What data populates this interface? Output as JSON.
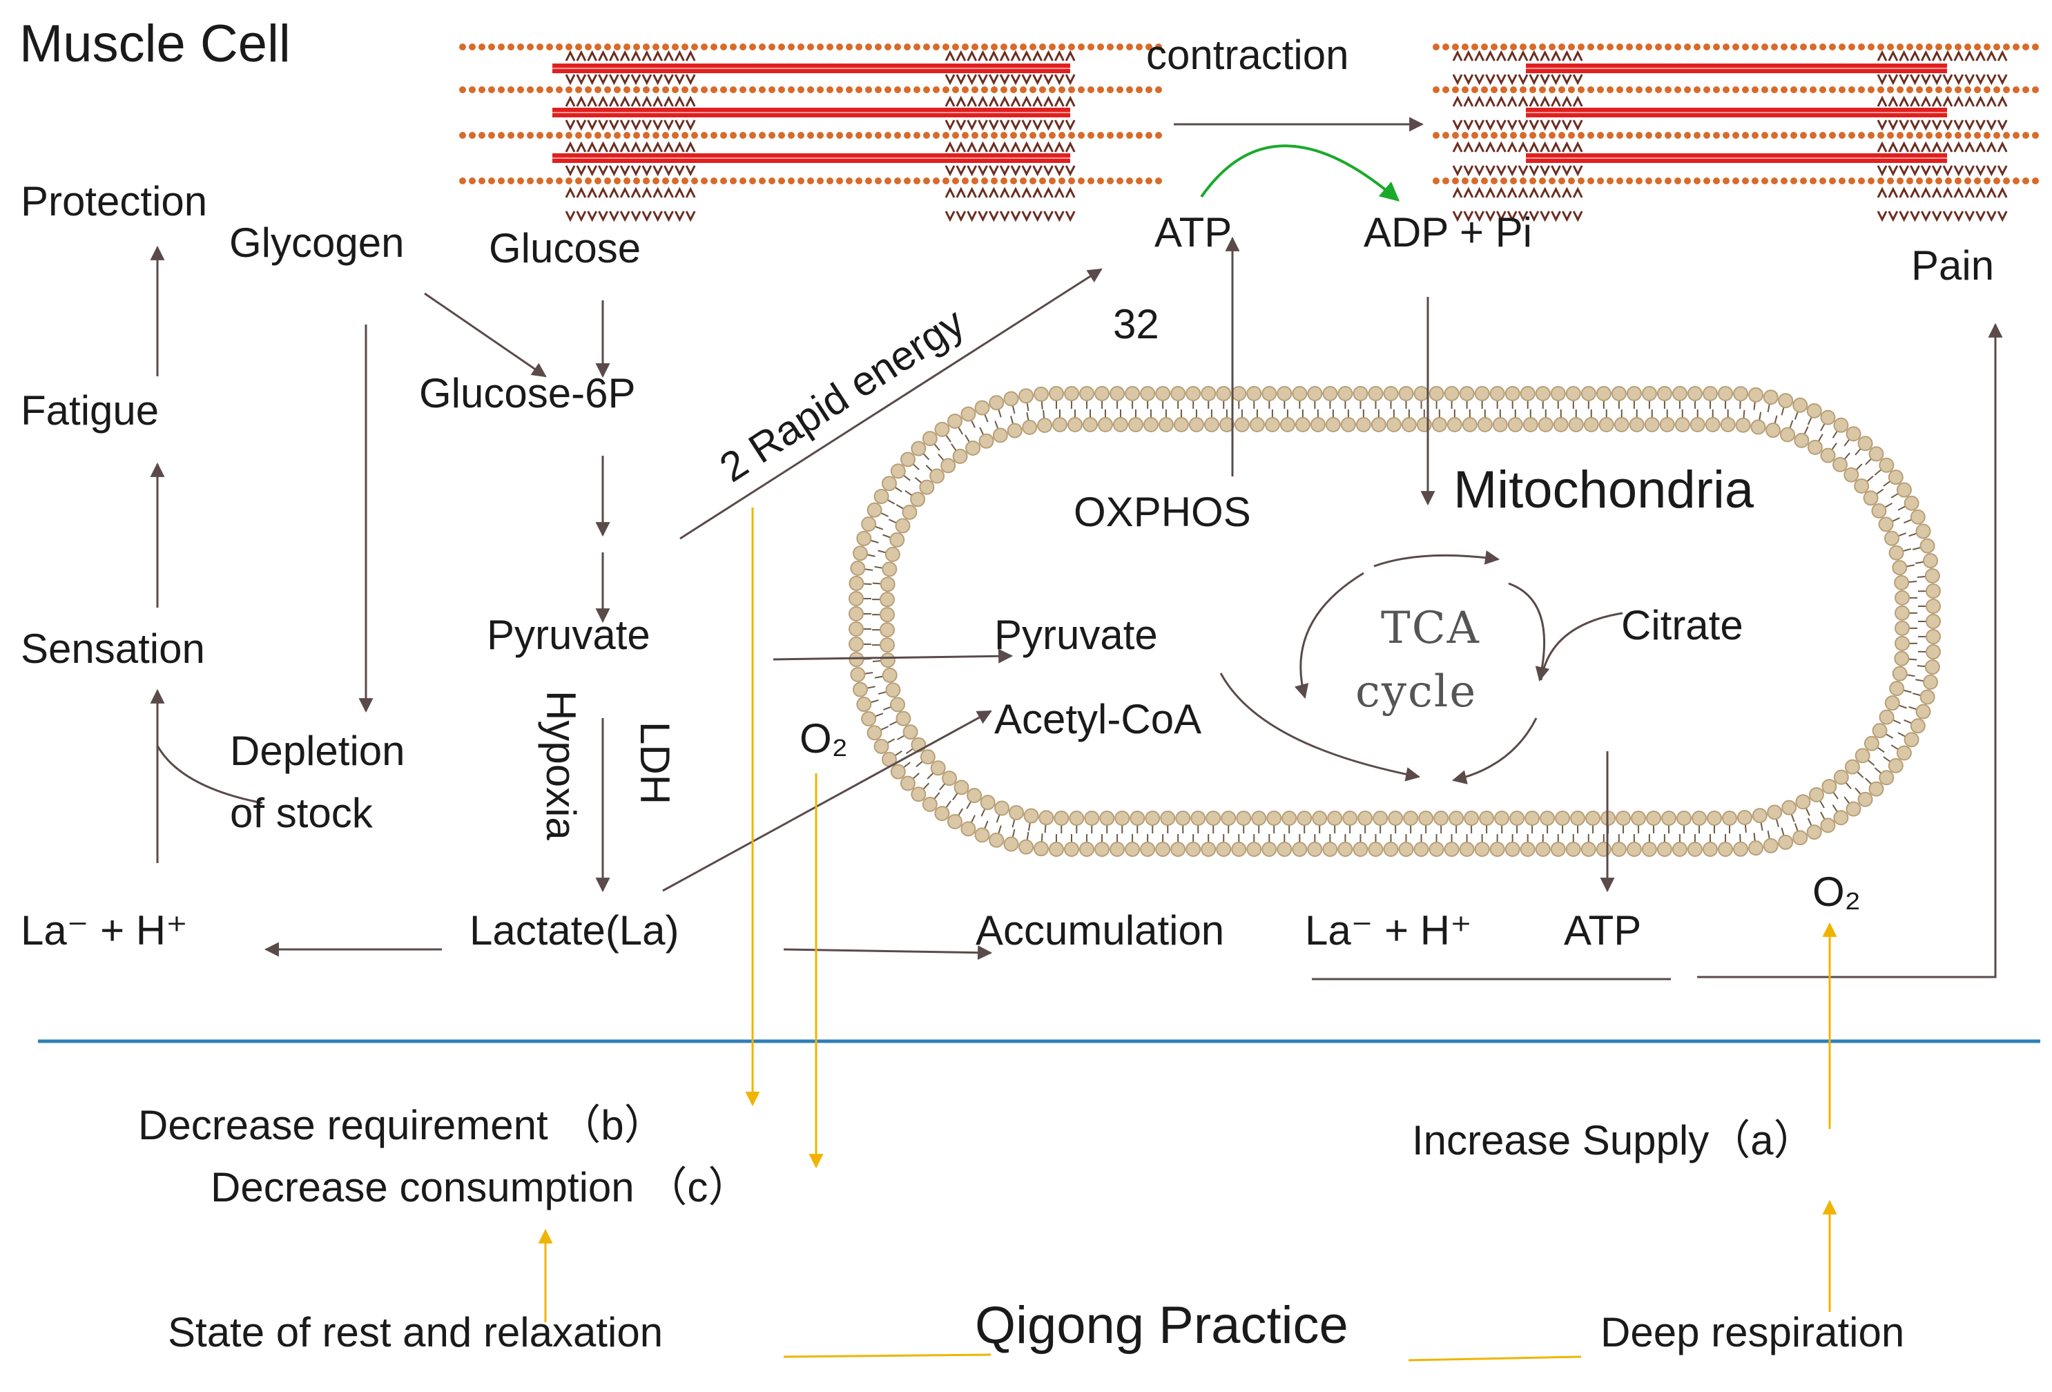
{
  "title": "Muscle Cell",
  "labels": {
    "contraction": "contraction",
    "atp_top": "ATP",
    "adp_pi": "ADP + Pi",
    "atp_32": "32",
    "rapid_energy": "2  Rapid energy",
    "protection": "Protection",
    "glycogen": "Glycogen",
    "glucose": "Glucose",
    "glucose_6p": "Glucose-6P",
    "fatigue": "Fatigue",
    "sensation": "Sensation",
    "pyruvate": "Pyruvate",
    "hypoxia": "Hypoxia",
    "ldh": "LDH",
    "depletion_1": "Depletion",
    "depletion_2": "of stock",
    "la_h_left": "La⁻  +  H⁺",
    "lactate": "Lactate(La)",
    "o2_left": "O₂",
    "pain": "Pain",
    "mitochondria": "Mitochondria",
    "oxphos": "OXPHOS",
    "mito_pyruvate": "Pyruvate",
    "acetyl_coa": "Acetyl-CoA",
    "tca_1": "TCA",
    "tca_2": "cycle",
    "citrate": "Citrate",
    "accumulation": "Accumulation",
    "la_h_right": "La⁻  +  H⁺",
    "atp_bottom": "ATP",
    "o2_right": "O₂"
  },
  "bottom": {
    "decrease_requirement": "Decrease  requirement （b）",
    "decrease_consumption": "Decrease consumption  （c）",
    "increase_supply": "Increase Supply（a）",
    "state_rest": "State of rest and relaxation",
    "qigong": "Qigong Practice",
    "deep_respiration": "Deep  respiration"
  },
  "colors": {
    "text": "#1a1a1a",
    "arrow": "#5a4a4a",
    "highlight_arrow": "#f0b400",
    "green_arrow": "#1aaa2a",
    "divider": "#2f7fb6",
    "membrane_head": "#d9c7a6",
    "membrane_head_stroke": "#b89f78",
    "filament_red": "#e02020",
    "myosin_brown": "#6b2d20",
    "actin_orange": "#d86a2a"
  }
}
